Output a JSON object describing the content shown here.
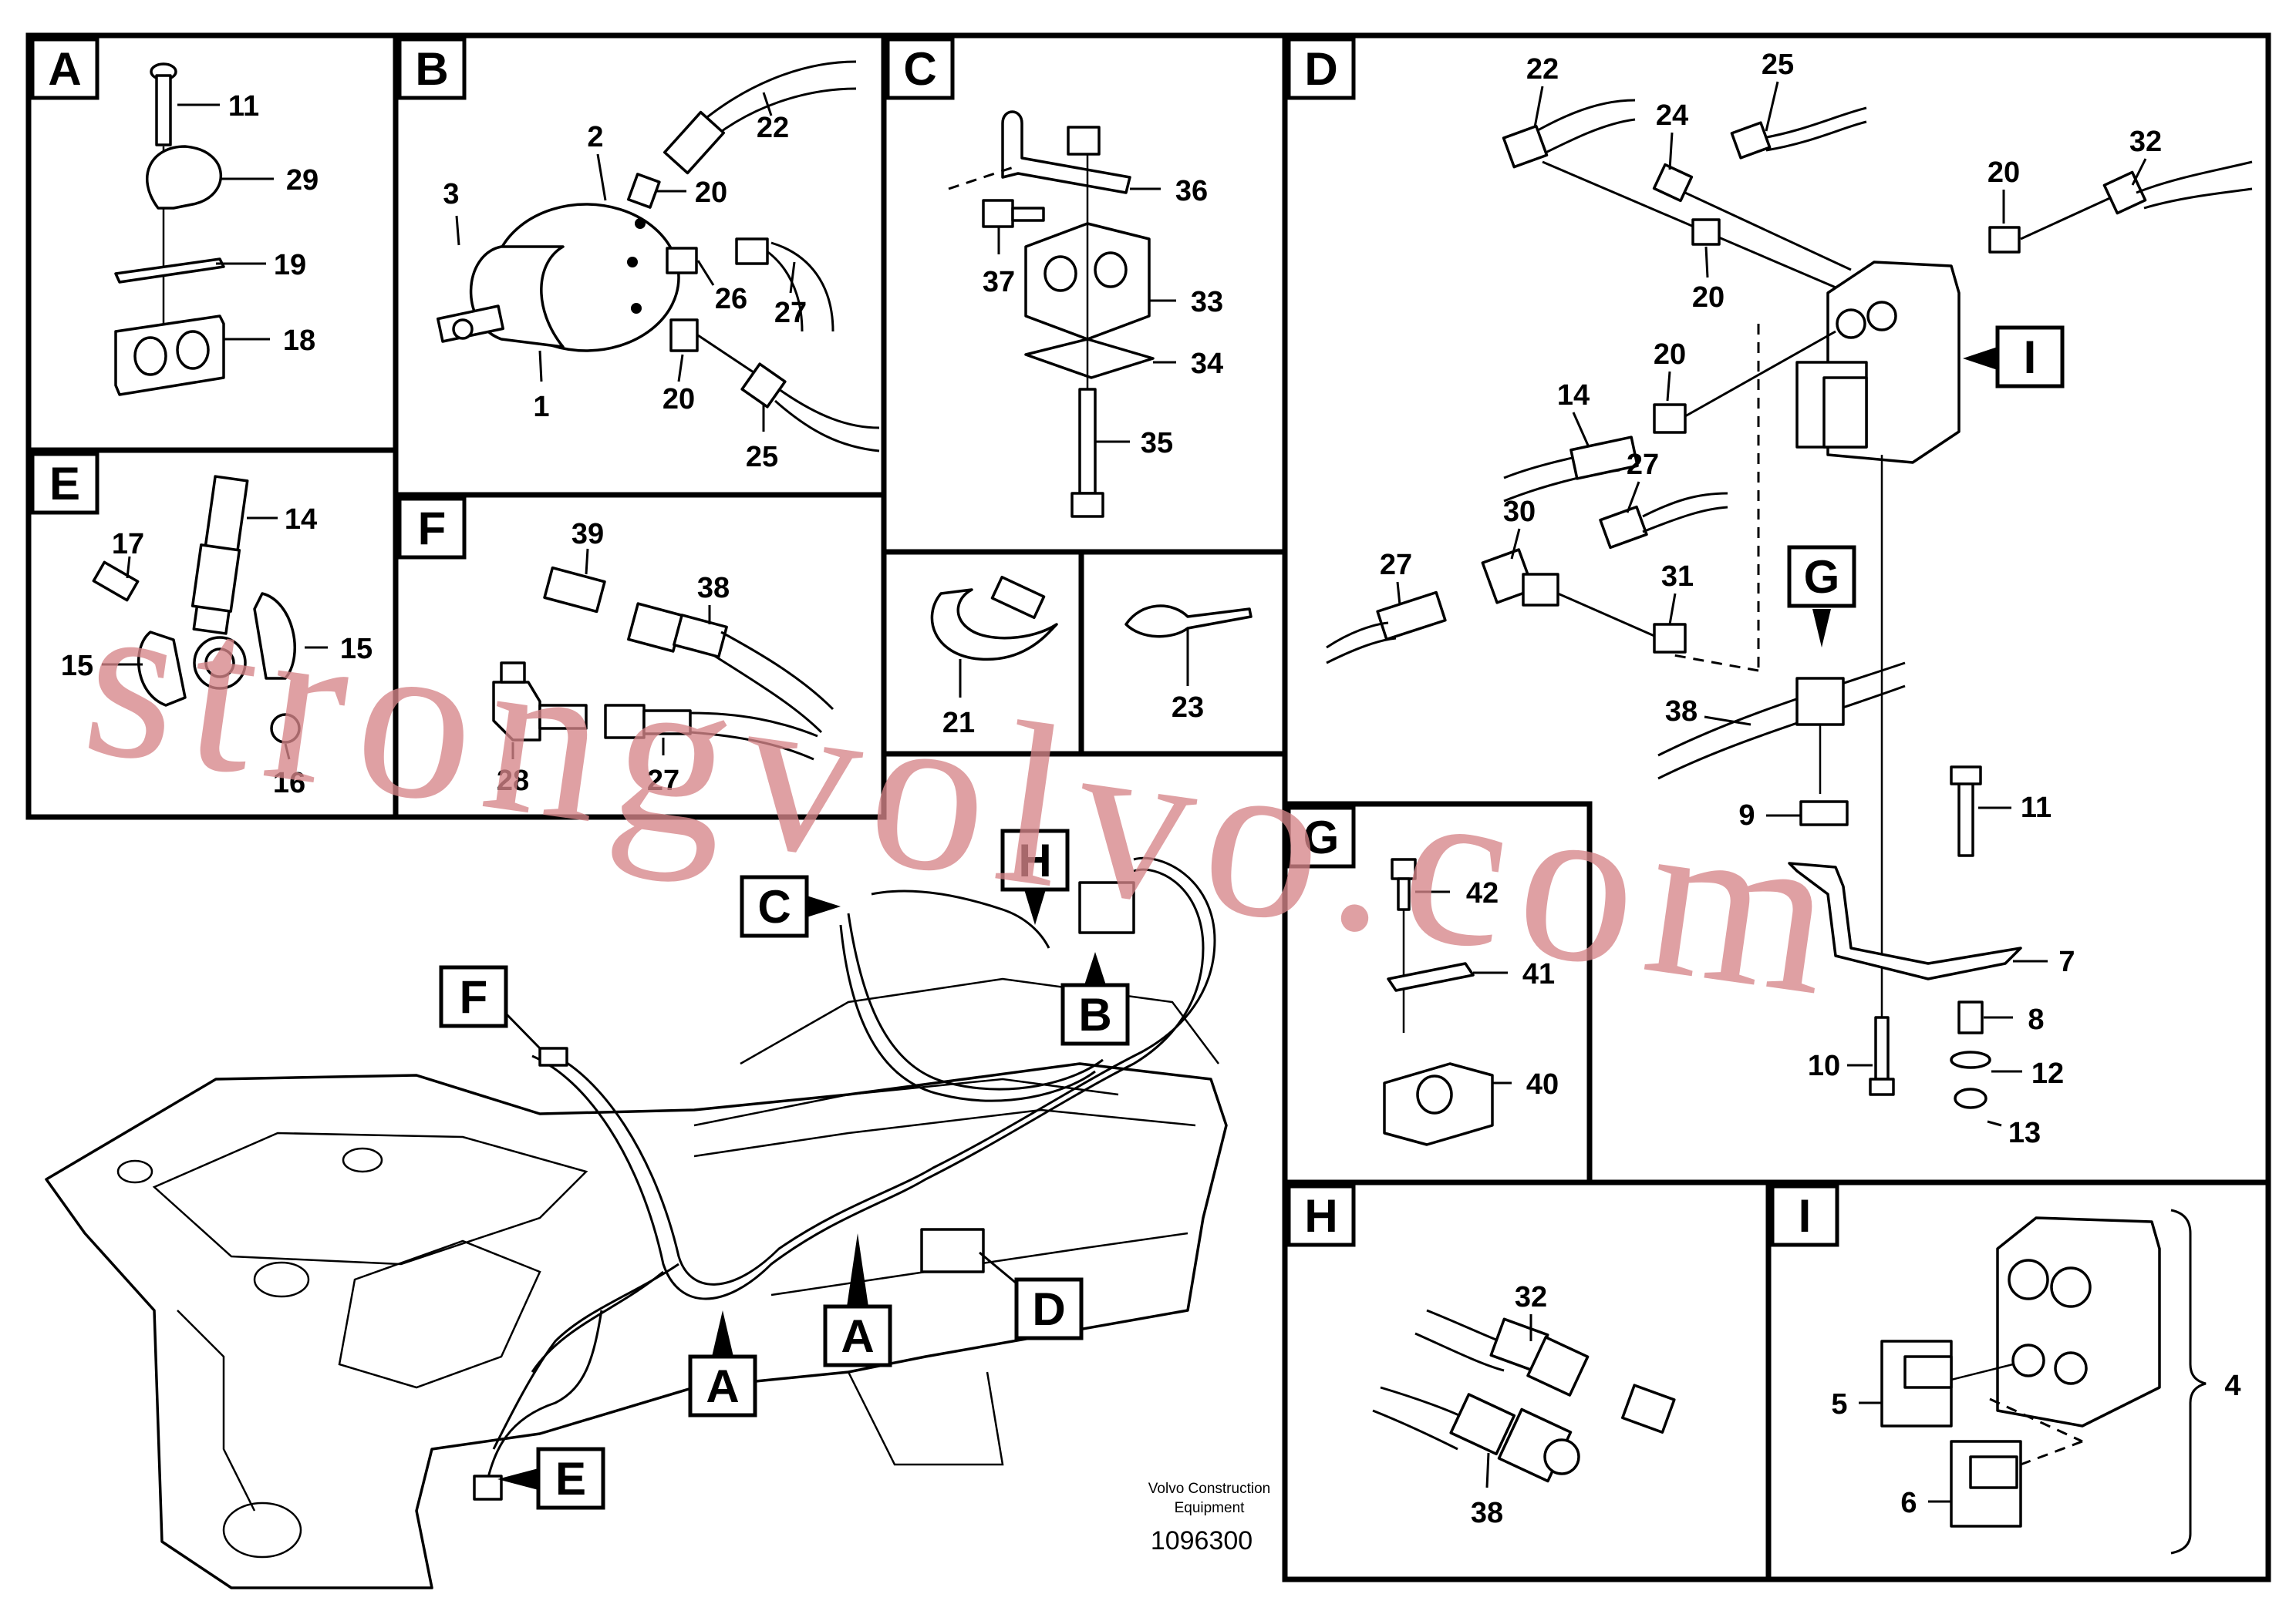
{
  "panels": [
    {
      "letter": "A",
      "callouts": [
        "11",
        "29",
        "19",
        "18"
      ]
    },
    {
      "letter": "B",
      "callouts": [
        "2",
        "22",
        "3",
        "20",
        "26",
        "27",
        "1",
        "20",
        "25"
      ]
    },
    {
      "letter": "C",
      "callouts": [
        "36",
        "37",
        "33",
        "34",
        "35"
      ]
    },
    {
      "letter": "D",
      "callouts": [
        "22",
        "25",
        "24",
        "20",
        "32",
        "20",
        "20",
        "14",
        "27",
        "30",
        "27",
        "31",
        "38",
        "11",
        "9",
        "7",
        "8",
        "10",
        "12",
        "13"
      ]
    },
    {
      "letter": "E",
      "callouts": [
        "14",
        "17",
        "15",
        "15",
        "16"
      ]
    },
    {
      "letter": "F",
      "callouts": [
        "39",
        "38",
        "28",
        "27"
      ]
    },
    {
      "letter": "G",
      "callouts": [
        "42",
        "41",
        "40"
      ]
    },
    {
      "letter": "H",
      "callouts": [
        "32",
        "38"
      ]
    },
    {
      "letter": "I",
      "callouts": [
        "5",
        "6",
        "4"
      ]
    }
  ],
  "small_boxes": [
    {
      "callout": "21"
    },
    {
      "callout": "23"
    }
  ],
  "inline_refs": {
    "d_to_i": "I",
    "d_to_g": "G"
  },
  "overview_labels": [
    "C",
    "H",
    "B",
    "F",
    "A",
    "A",
    "D",
    "E"
  ],
  "watermark": "strongvolvo.com",
  "footer": {
    "company_line1": "Volvo Construction",
    "company_line2": "Equipment",
    "drawing_number": "1096300"
  }
}
